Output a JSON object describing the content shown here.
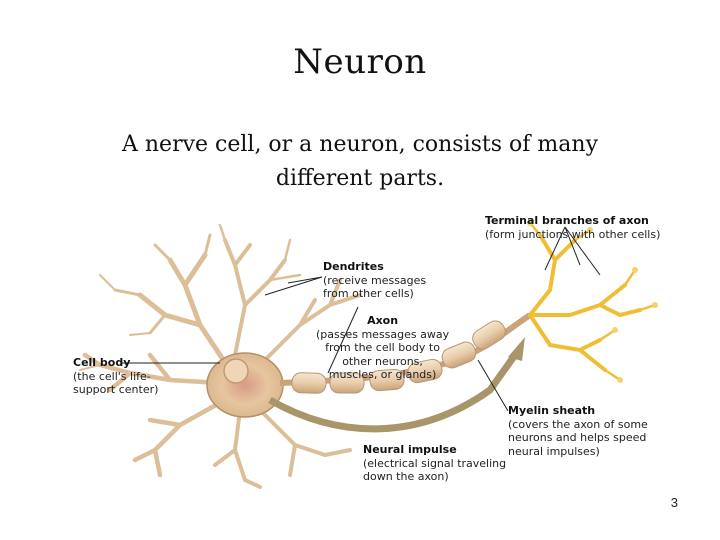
{
  "slide": {
    "title": "Neuron",
    "subtitle": "A nerve cell, or a neuron, consists of many different parts.",
    "page_number": "3"
  },
  "diagram": {
    "labels": {
      "terminal": {
        "heading": "Terminal branches of axon",
        "desc": "(form junctions with other cells)"
      },
      "dendrites": {
        "heading": "Dendrites",
        "desc1": "(receive messages",
        "desc2": "from other cells)"
      },
      "axon": {
        "heading": "Axon",
        "desc1": "(passes messages away",
        "desc2": "from the cell body to",
        "desc3": "other neurons,",
        "desc4": "muscles, or glands)"
      },
      "cell_body": {
        "heading": "Cell body",
        "desc1": "(the cell's life-",
        "desc2": "support center)"
      },
      "myelin": {
        "heading": "Myelin sheath",
        "desc1": "(covers the axon of some",
        "desc2": "neurons and helps speed",
        "desc3": "neural impulses)"
      },
      "impulse": {
        "heading": "Neural impulse",
        "desc1": "(electrical signal traveling",
        "desc2": "down the axon)"
      }
    },
    "colors": {
      "cell": "#e3c29a",
      "cell_edge": "#b08a5e",
      "nucleus": "#e9cfae",
      "myelin": "#ecd3b4",
      "terminal": "#f2c23a",
      "impulse_arrow": "#a8956a"
    }
  }
}
